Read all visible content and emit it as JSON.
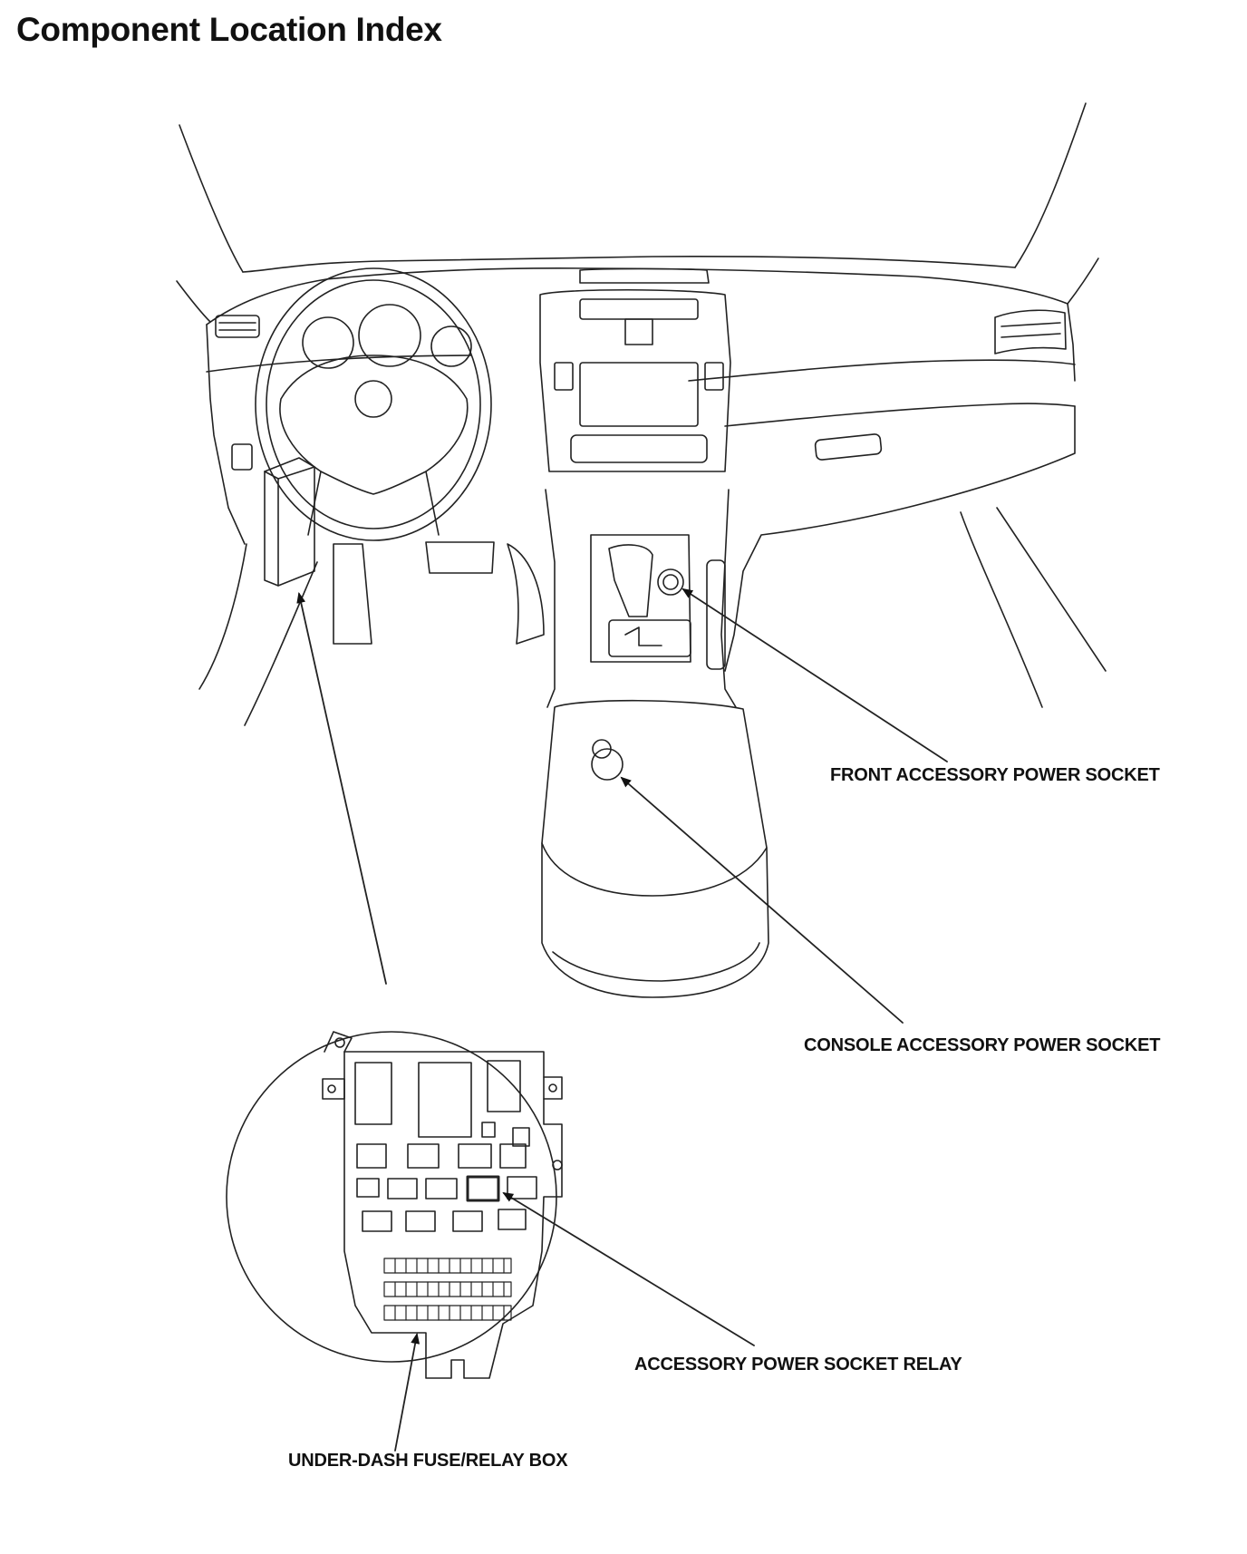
{
  "page": {
    "title": "Component Location Index"
  },
  "labels": {
    "front_socket": "FRONT ACCESSORY POWER SOCKET",
    "console_socket": "CONSOLE ACCESSORY POWER SOCKET",
    "socket_relay": "ACCESSORY POWER SOCKET RELAY",
    "fuse_box": "UNDER-DASH FUSE/RELAY BOX"
  }
}
